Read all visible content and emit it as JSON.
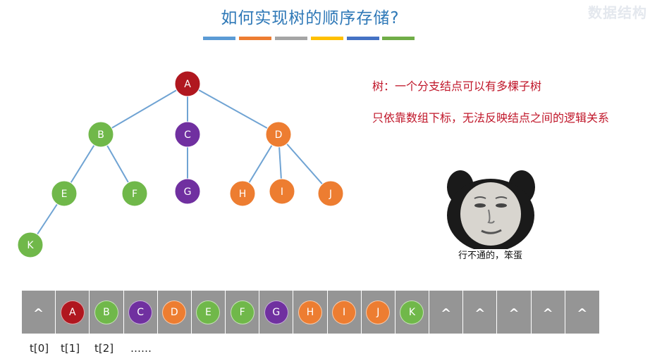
{
  "title": "如何实现树的顺序存储?",
  "watermark": "数据结构",
  "title_bar_colors": [
    "#5b9bd5",
    "#ed7d31",
    "#a5a5a5",
    "#ffc000",
    "#4472c4",
    "#70ad47"
  ],
  "colors": {
    "root": "#b0171f",
    "green": "#70b84a",
    "purple": "#7030a0",
    "orange": "#ed7d31",
    "edge": "#6fa3d3",
    "note_red": "#c0172a"
  },
  "tree": {
    "nodes": [
      {
        "id": "A",
        "label": "A",
        "color": "root"
      },
      {
        "id": "B",
        "label": "B",
        "color": "green"
      },
      {
        "id": "C",
        "label": "C",
        "color": "purple"
      },
      {
        "id": "D",
        "label": "D",
        "color": "orange"
      },
      {
        "id": "E",
        "label": "E",
        "color": "green"
      },
      {
        "id": "F",
        "label": "F",
        "color": "green"
      },
      {
        "id": "G",
        "label": "G",
        "color": "purple"
      },
      {
        "id": "H",
        "label": "H",
        "color": "orange"
      },
      {
        "id": "I",
        "label": "I",
        "color": "orange"
      },
      {
        "id": "J",
        "label": "J",
        "color": "orange"
      },
      {
        "id": "K",
        "label": "K",
        "color": "green"
      }
    ],
    "edges": [
      [
        "A",
        "B"
      ],
      [
        "A",
        "C"
      ],
      [
        "A",
        "D"
      ],
      [
        "B",
        "E"
      ],
      [
        "B",
        "F"
      ],
      [
        "C",
        "G"
      ],
      [
        "D",
        "H"
      ],
      [
        "D",
        "I"
      ],
      [
        "D",
        "J"
      ],
      [
        "E",
        "K"
      ]
    ]
  },
  "notes": {
    "line1": "树：一个分支结点可以有多棵子树",
    "line2": "只依靠数组下标，无法反映结点之间的逻辑关系"
  },
  "meme_caption": "行不通的，笨蛋",
  "array": [
    {
      "type": "empty",
      "text": "^"
    },
    {
      "type": "node",
      "text": "A",
      "color": "root"
    },
    {
      "type": "node",
      "text": "B",
      "color": "green"
    },
    {
      "type": "node",
      "text": "C",
      "color": "purple"
    },
    {
      "type": "node",
      "text": "D",
      "color": "orange"
    },
    {
      "type": "node",
      "text": "E",
      "color": "green"
    },
    {
      "type": "node",
      "text": "F",
      "color": "green"
    },
    {
      "type": "node",
      "text": "G",
      "color": "purple"
    },
    {
      "type": "node",
      "text": "H",
      "color": "orange"
    },
    {
      "type": "node",
      "text": "I",
      "color": "orange"
    },
    {
      "type": "node",
      "text": "J",
      "color": "orange"
    },
    {
      "type": "node",
      "text": "K",
      "color": "green"
    },
    {
      "type": "empty",
      "text": "^"
    },
    {
      "type": "empty",
      "text": "^"
    },
    {
      "type": "empty",
      "text": "^"
    },
    {
      "type": "empty",
      "text": "^"
    },
    {
      "type": "empty",
      "text": "^"
    }
  ],
  "index_labels": [
    "t[0]",
    "t[1]",
    "t[2]",
    "……"
  ]
}
